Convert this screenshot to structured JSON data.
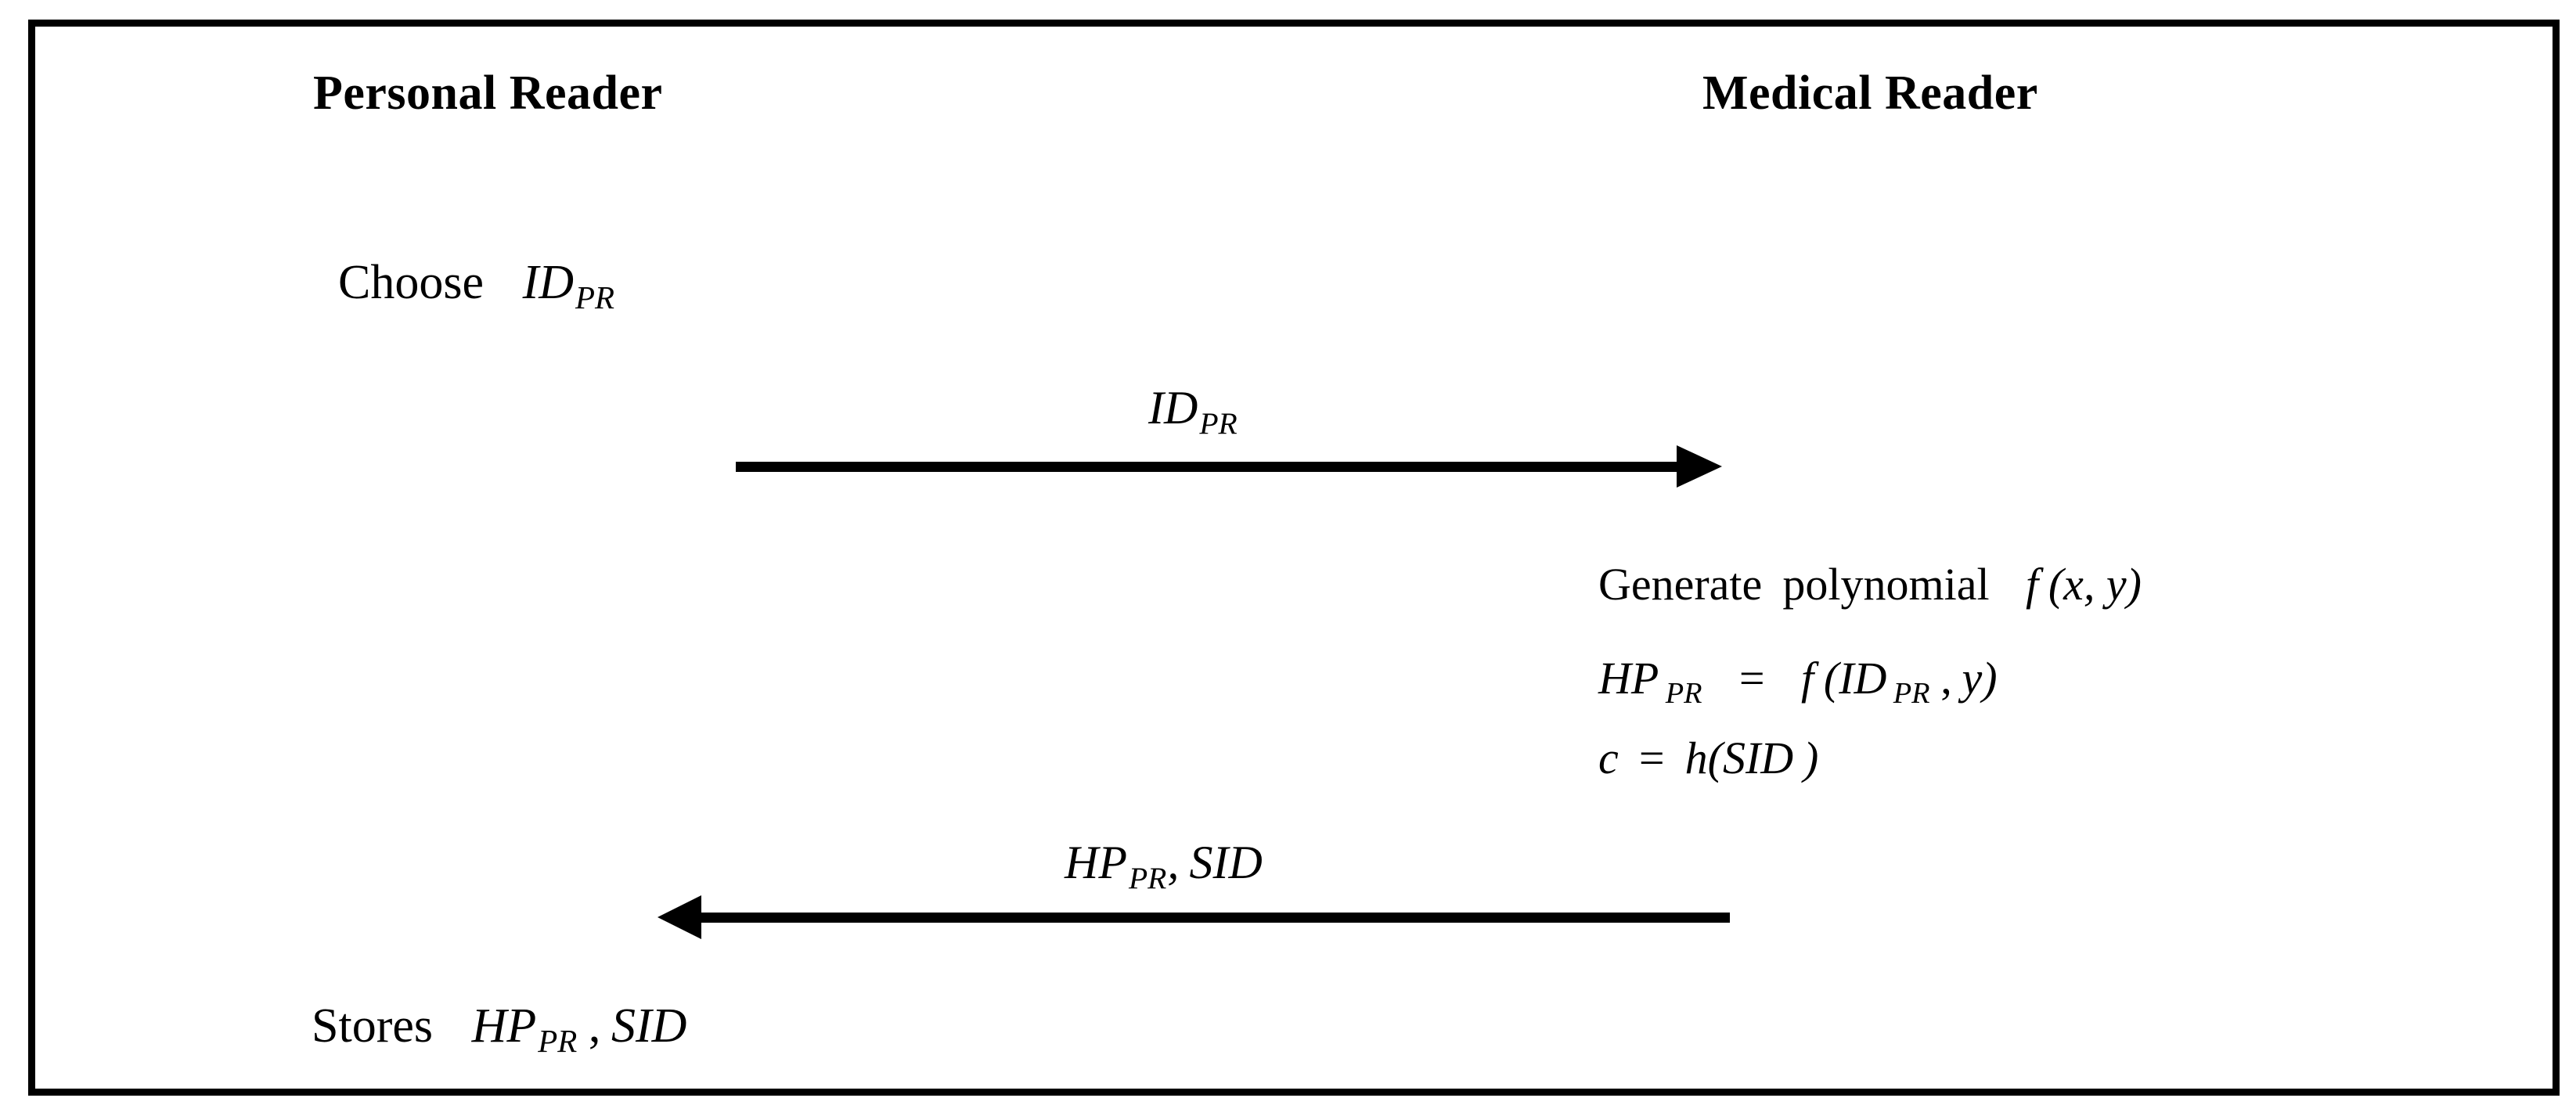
{
  "diagram": {
    "title_left": "Personal Reader",
    "title_right": "Medical Reader",
    "left_column": {
      "choose_label": "Choose",
      "choose_symbol": "ID",
      "choose_subscript": "PR",
      "stores_label": "Stores",
      "stores_symbol_1": "HP",
      "stores_subscript_1": "PR",
      "stores_comma": ",",
      "stores_symbol_2": "SID"
    },
    "right_column": {
      "line1_text": "Generate",
      "line1_word2": "polynomial",
      "line1_func": "f",
      "line1_args": "(x, y)",
      "line2_lhs": "HP",
      "line2_lhs_sub": "PR",
      "line2_eq": "=",
      "line2_func": "f",
      "line2_open": "(",
      "line2_arg1": "ID",
      "line2_arg1_sub": "PR",
      "line2_comma": ",",
      "line2_arg2": "y",
      "line2_close": ")",
      "line3_lhs": "c",
      "line3_eq": "=",
      "line3_func": "h",
      "line3_open": "(",
      "line3_arg": "SID",
      "line3_close": ")"
    },
    "messages": [
      {
        "direction": "right",
        "label_symbol": "ID",
        "label_subscript": "PR"
      },
      {
        "direction": "left",
        "label_symbol": "HP",
        "label_subscript": "PR",
        "label_comma": ",",
        "label_symbol_2": "SID"
      }
    ],
    "colors": {
      "ink": "#000000",
      "paper": "#ffffff"
    }
  }
}
